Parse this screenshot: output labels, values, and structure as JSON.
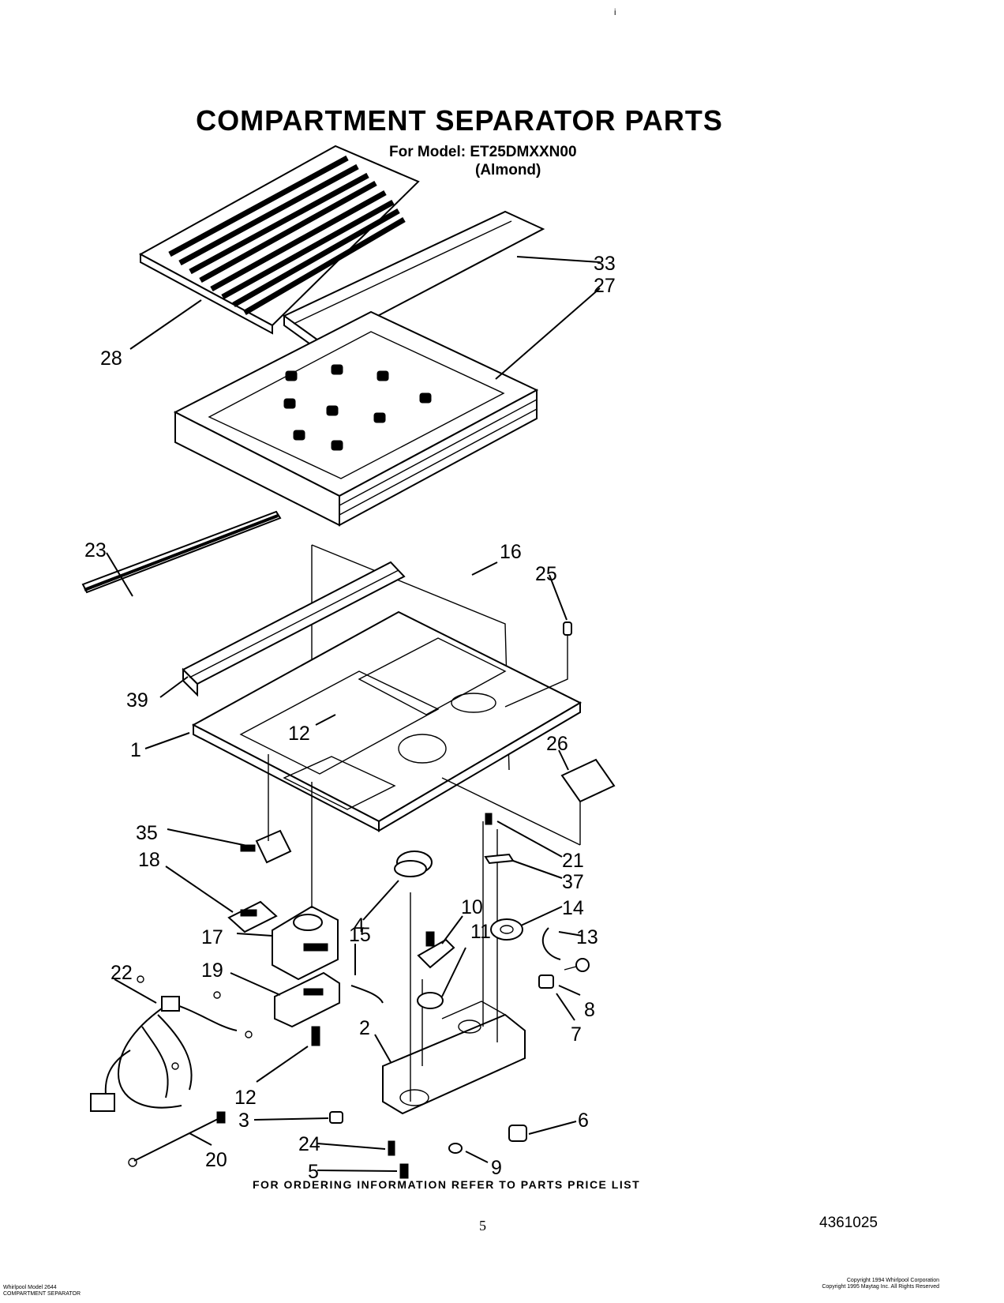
{
  "header": {
    "title": "COMPARTMENT SEPARATOR PARTS",
    "model_line": "For Model: ET25DMXXN00",
    "color_line": "(Almond)"
  },
  "callouts": [
    "33",
    "27",
    "28",
    "23",
    "16",
    "25",
    "39",
    "12",
    "1",
    "26",
    "35",
    "18",
    "21",
    "37",
    "4",
    "10",
    "14",
    "11",
    "13",
    "17",
    "15",
    "22",
    "19",
    "8",
    "7",
    "2",
    "12",
    "3",
    "6",
    "24",
    "9",
    "5",
    "20"
  ],
  "footer": {
    "ordering_note": "FOR ORDERING INFORMATION REFER TO PARTS PRICE LIST",
    "page_number": "5",
    "document_number": "4361025",
    "fine_print_left": [
      "Whirlpool Model 2644",
      "COMPARTMENT SEPARATOR"
    ],
    "fine_print_right": [
      "Copyright 1994 Whirlpool Corporation",
      "Copyright 1995 Maytag Inc. All Rights Reserved"
    ],
    "top_mark": "i"
  }
}
